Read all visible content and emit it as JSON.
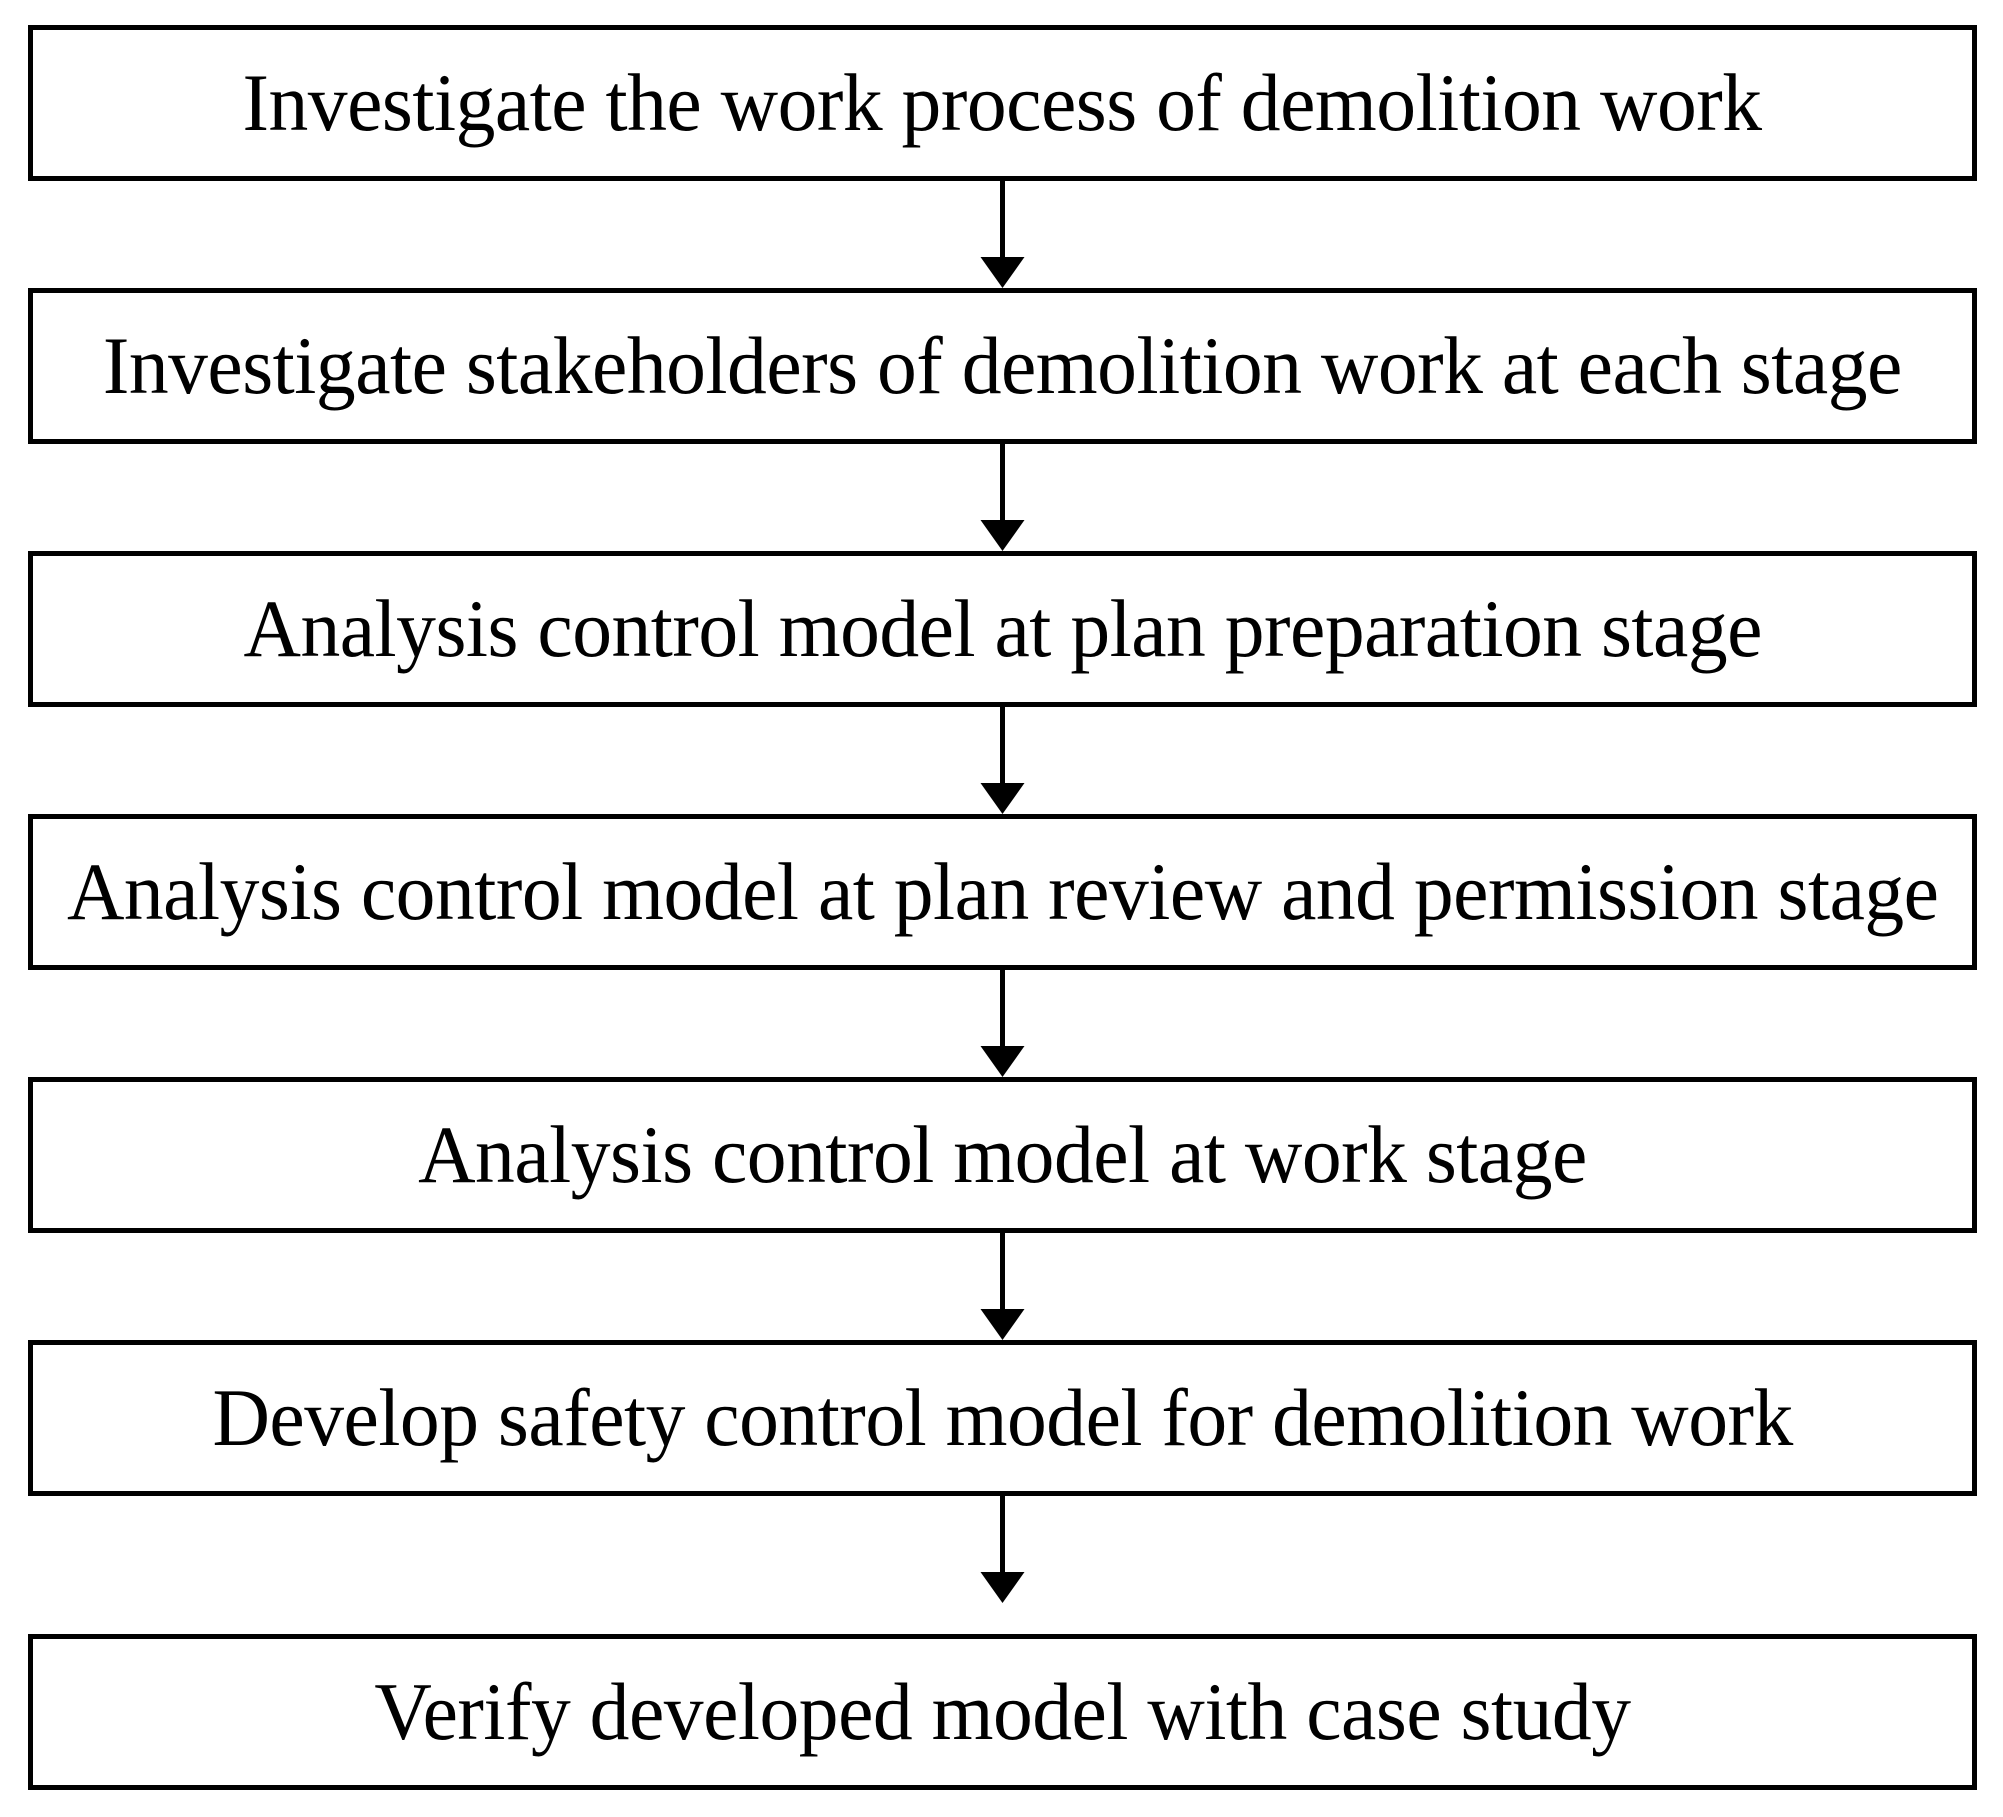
{
  "diagram": {
    "type": "vertical-flowchart",
    "orientation": "top-to-bottom",
    "background_color": "#ffffff",
    "box_border_color": "#000000",
    "box_fill_color": "#ffffff",
    "arrow_color": "#000000",
    "node_count": 7,
    "connector_count": 6,
    "nodes": [
      {
        "id": "node-1",
        "step": 1,
        "label": "Investigate the work process of demolition work"
      },
      {
        "id": "node-2",
        "step": 2,
        "label": "Investigate stakeholders of demolition work at each stage"
      },
      {
        "id": "node-3",
        "step": 3,
        "label": "Analysis control model at plan preparation stage"
      },
      {
        "id": "node-4",
        "step": 4,
        "label": "Analysis control model at plan review and permission stage"
      },
      {
        "id": "node-5",
        "step": 5,
        "label": "Analysis control model at work stage"
      },
      {
        "id": "node-6",
        "step": 6,
        "label": "Develop safety control model for demolition work"
      },
      {
        "id": "node-7",
        "step": 7,
        "label": "Verify developed model with case study"
      }
    ],
    "connectors": [
      {
        "id": "connector-1",
        "from": "node-1",
        "to": "node-2",
        "glyph": "down-arrow-icon"
      },
      {
        "id": "connector-2",
        "from": "node-2",
        "to": "node-3",
        "glyph": "down-arrow-icon"
      },
      {
        "id": "connector-3",
        "from": "node-3",
        "to": "node-4",
        "glyph": "down-arrow-icon"
      },
      {
        "id": "connector-4",
        "from": "node-4",
        "to": "node-5",
        "glyph": "down-arrow-icon"
      },
      {
        "id": "connector-5",
        "from": "node-5",
        "to": "node-6",
        "glyph": "down-arrow-icon"
      },
      {
        "id": "connector-6",
        "from": "node-6",
        "to": "node-7",
        "glyph": "down-arrow-icon"
      }
    ]
  }
}
